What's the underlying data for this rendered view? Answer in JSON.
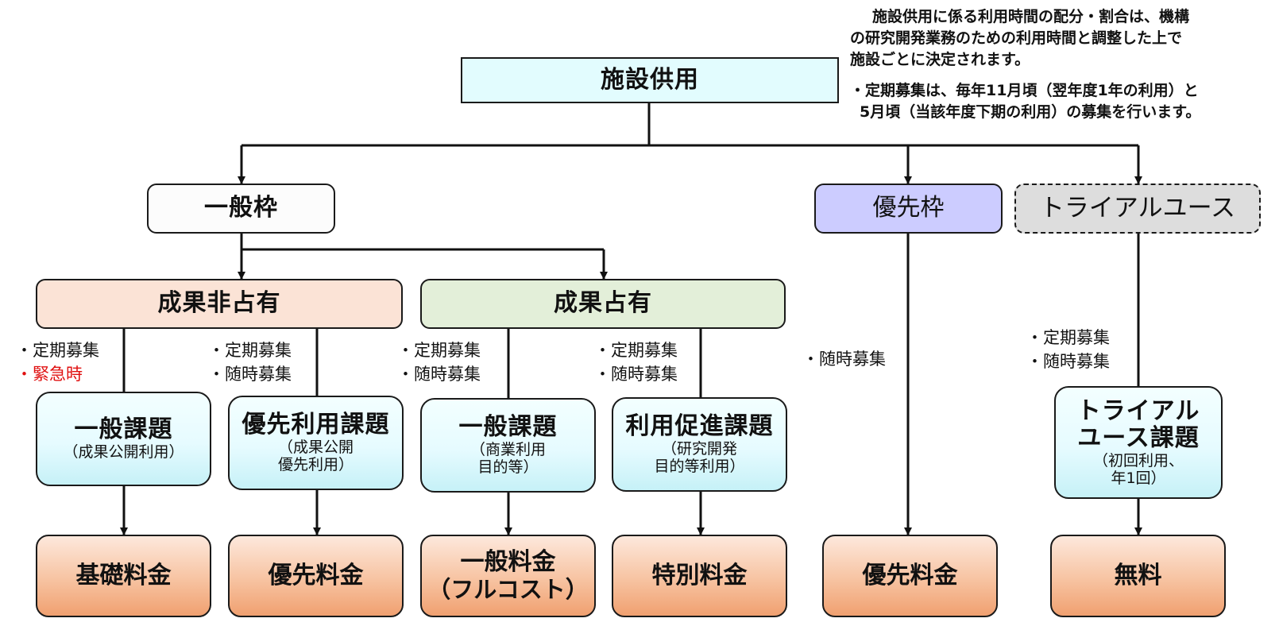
{
  "info": {
    "line1": "施設供用に係る利用時間の配分・割合は、機構",
    "line2": "の研究開発業務のための利用時間と調整した上で",
    "line3": "施設ごとに決定されます。",
    "line4": "・定期募集は、毎年11月頃（翌年度1年の利用）と",
    "line5": "5月頃（当該年度下期の利用）の募集を行います。"
  },
  "root": {
    "label": "施設供用"
  },
  "categories": {
    "general": "一般枠",
    "priority": "優先枠",
    "trial": "トライアルユース"
  },
  "subcategories": {
    "non_exclusive": "成果非占有",
    "exclusive": "成果占有"
  },
  "notes": {
    "n1_line1": "・定期募集",
    "n1_line2": "・緊急時",
    "n2_line1": "・定期募集",
    "n2_line2": "・随時募集",
    "n3_line1": "・定期募集",
    "n3_line2": "・随時募集",
    "n4_line1": "・定期募集",
    "n4_line2": "・随時募集",
    "n5_line1": "・随時募集",
    "n6_line1": "・定期募集",
    "n6_line2": "・随時募集"
  },
  "projects": {
    "p1_title": "一般課題",
    "p1_sub": "（成果公開利用）",
    "p2_title": "優先利用課題",
    "p2_sub1": "（成果公開",
    "p2_sub2": "優先利用）",
    "p3_title": "一般課題",
    "p3_sub1": "（商業利用",
    "p3_sub2": "目的等）",
    "p4_title": "利用促進課題",
    "p4_sub1": "（研究開発",
    "p4_sub2": "目的等利用）",
    "p5_title1": "トライアル",
    "p5_title2": "ユース課題",
    "p5_sub1": "（初回利用、",
    "p5_sub2": "年1回）"
  },
  "fees": {
    "f1": "基礎料金",
    "f2": "優先料金",
    "f3_line1": "一般料金",
    "f3_line2": "（フルコスト）",
    "f4": "特別料金",
    "f5": "優先料金",
    "f6": "無料"
  },
  "colors": {
    "root_fill": "#e2fcfe",
    "general_fill": "#fcfcfc",
    "priority_fill": "#ccccff",
    "trial_fill": "#dddddd",
    "non_exclusive_fill": "#fbe3d6",
    "exclusive_fill": "#e3efd9",
    "emergency_text": "#e01010"
  }
}
